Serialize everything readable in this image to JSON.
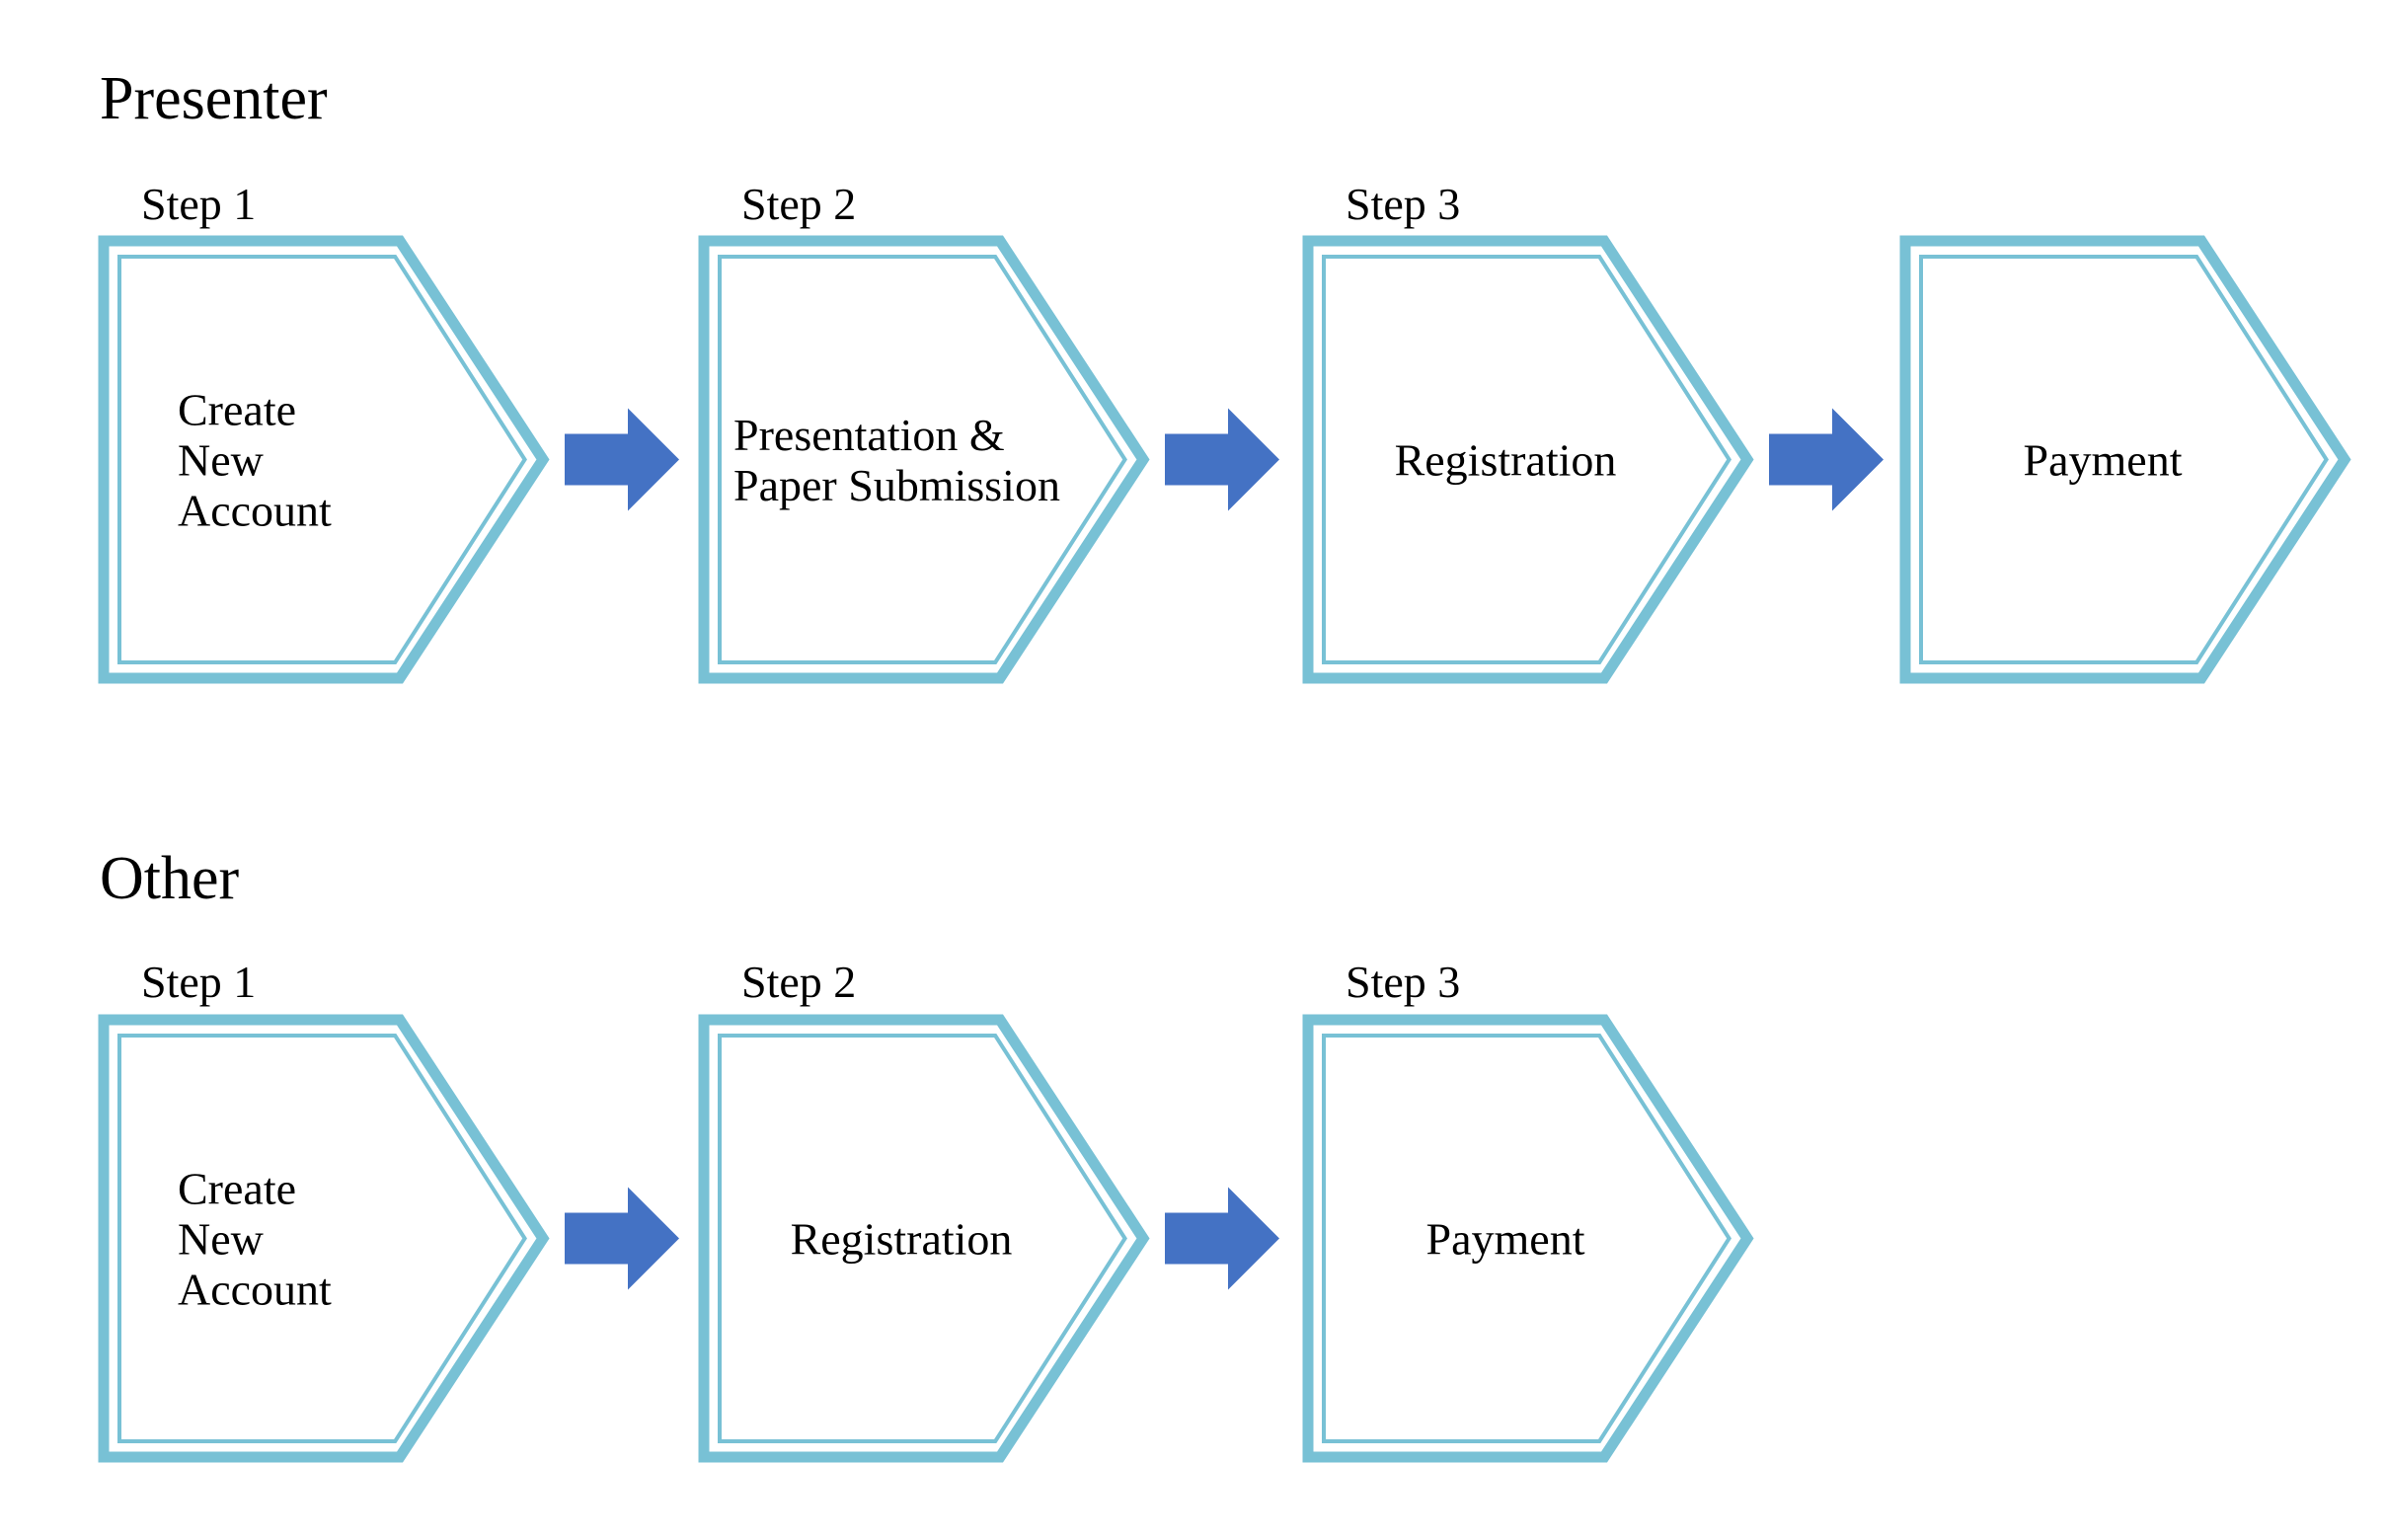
{
  "colors": {
    "box_border": "#78C1D5",
    "arrow_fill": "#4472C4",
    "text": "#000000",
    "background": "#FFFFFF"
  },
  "sections": [
    {
      "title": "Presenter",
      "stages": [
        {
          "step_label": "Step 1",
          "lines": [
            "Create",
            "New",
            "Account"
          ]
        },
        {
          "step_label": "Step 2",
          "lines": [
            "Presentation &",
            "Paper Submission"
          ]
        },
        {
          "step_label": "Step 3",
          "lines": [
            "Registration"
          ]
        },
        {
          "step_label": "",
          "lines": [
            "Payment"
          ]
        }
      ]
    },
    {
      "title": "Other",
      "stages": [
        {
          "step_label": "Step 1",
          "lines": [
            "Create",
            "New",
            "Account"
          ]
        },
        {
          "step_label": "Step 2",
          "lines": [
            "Registration"
          ]
        },
        {
          "step_label": "Step 3",
          "lines": [
            "Payment"
          ]
        }
      ]
    }
  ],
  "connector_icon": "right-arrow-icon"
}
